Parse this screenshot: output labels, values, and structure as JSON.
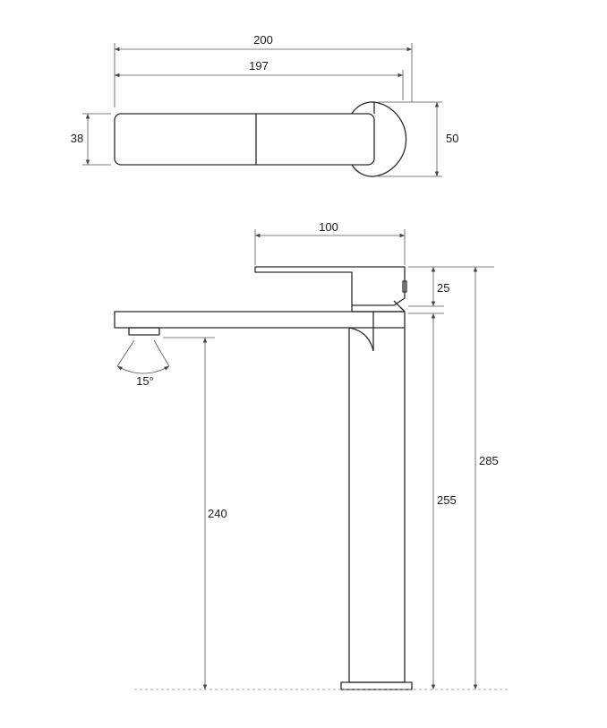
{
  "top_view": {
    "overall_width": "200",
    "body_width": "197",
    "body_height": "38",
    "cap_height": "50"
  },
  "side_view": {
    "handle_length": "100",
    "handle_height": "25",
    "spray_angle": "15°",
    "spout_height": "240",
    "body_height": "255",
    "total_height": "285"
  },
  "colors": {
    "line": "#2a2a2a",
    "dimension": "#555555",
    "ground": "#888888"
  }
}
